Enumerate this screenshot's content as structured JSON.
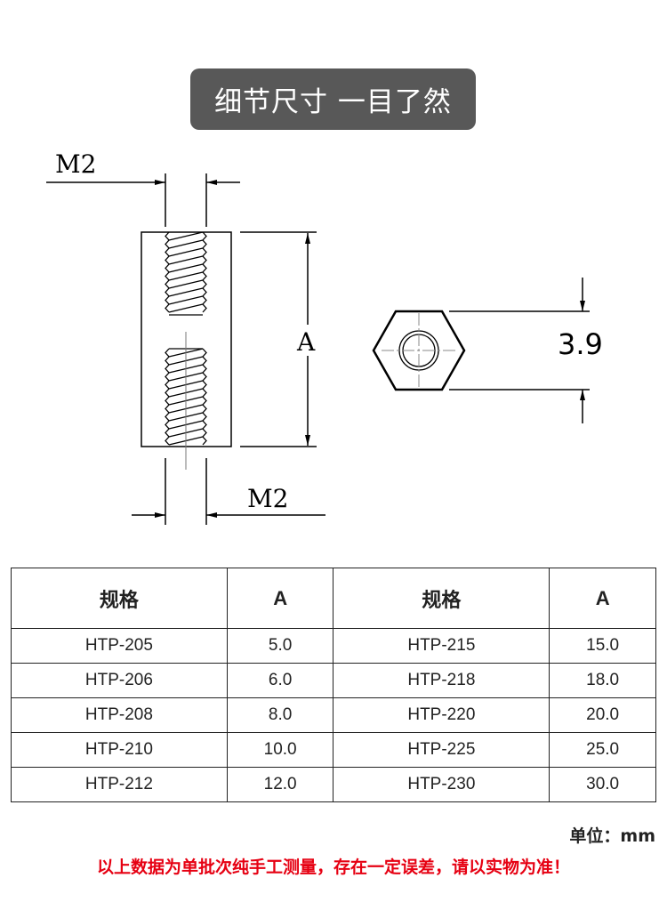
{
  "title": "细节尺寸 一目了然",
  "drawing": {
    "thread_top_label": "M2",
    "thread_bottom_label": "M2",
    "length_label": "A",
    "hex_width_label": "3.9"
  },
  "table": {
    "headers": [
      "规格",
      "A",
      "规格",
      "A"
    ],
    "rows": [
      [
        "HTP-205",
        "5.0",
        "HTP-215",
        "15.0"
      ],
      [
        "HTP-206",
        "6.0",
        "HTP-218",
        "18.0"
      ],
      [
        "HTP-208",
        "8.0",
        "HTP-220",
        "20.0"
      ],
      [
        "HTP-210",
        "10.0",
        "HTP-225",
        "25.0"
      ],
      [
        "HTP-212",
        "12.0",
        "HTP-230",
        "30.0"
      ]
    ]
  },
  "unit": "单位：mm",
  "note": "以上数据为单批次纯手工测量，存在一定误差，请以实物为准！",
  "colors": {
    "title_bg": "#585858",
    "note": "#e60012"
  }
}
